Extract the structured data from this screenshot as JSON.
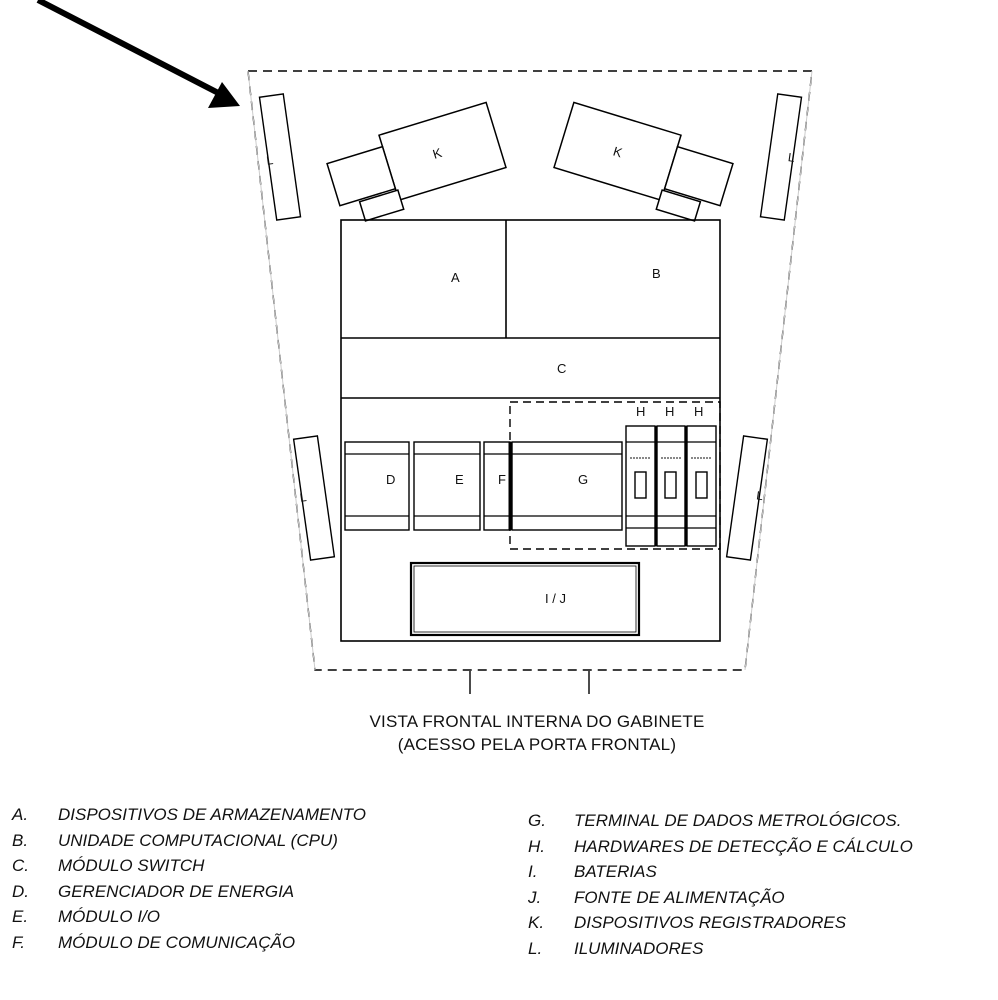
{
  "labels": {
    "A": "A",
    "B": "B",
    "C": "C",
    "D": "D",
    "E": "E",
    "F": "F",
    "G": "G",
    "H": "H",
    "IJ": "I / J",
    "K": "K",
    "L": "L"
  },
  "caption": {
    "line1": "VISTA FRONTAL INTERNA DO GABINETE",
    "line2": "(ACESSO PELA PORTA FRONTAL)"
  },
  "legend_left": [
    {
      "key": "A.",
      "text": "DISPOSITIVOS DE ARMAZENAMENTO"
    },
    {
      "key": "B.",
      "text": "UNIDADE COMPUTACIONAL (CPU)"
    },
    {
      "key": "C.",
      "text": "MÓDULO SWITCH"
    },
    {
      "key": "D.",
      "text": "GERENCIADOR DE ENERGIA"
    },
    {
      "key": "E.",
      "text": "MÓDULO I/O"
    },
    {
      "key": "F.",
      "text": "MÓDULO DE COMUNICAÇÃO"
    }
  ],
  "legend_right": [
    {
      "key": "G.",
      "text": "TERMINAL DE DADOS METROLÓGICOS."
    },
    {
      "key": "H.",
      "text": "HARDWARES DE DETECÇÃO E CÁLCULO"
    },
    {
      "key": "I.",
      "text": "BATERIAS"
    },
    {
      "key": "J.",
      "text": "FONTE DE ALIMENTAÇÃO"
    },
    {
      "key": "K.",
      "text": "DISPOSITIVOS REGISTRADORES"
    },
    {
      "key": "L.",
      "text": "ILUMINADORES"
    }
  ]
}
